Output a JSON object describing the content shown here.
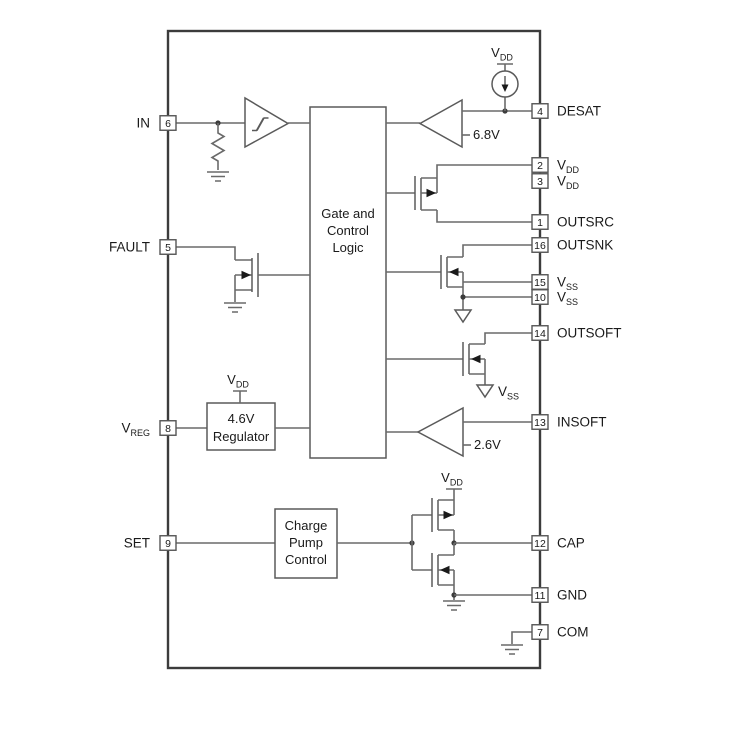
{
  "diagram_title": "gate-driver-ic-functional-block-diagram",
  "pins": {
    "left": [
      {
        "number": "6",
        "label": "IN",
        "sub": ""
      },
      {
        "number": "5",
        "label": "FAULT",
        "sub": ""
      },
      {
        "number": "8",
        "label": "V",
        "sub": "REG"
      },
      {
        "number": "9",
        "label": "SET",
        "sub": ""
      }
    ],
    "right": [
      {
        "number": "4",
        "label": "DESAT",
        "sub": ""
      },
      {
        "number": "2",
        "label": "V",
        "sub": "DD"
      },
      {
        "number": "3",
        "label": "V",
        "sub": "DD"
      },
      {
        "number": "1",
        "label": "OUTSRC",
        "sub": ""
      },
      {
        "number": "16",
        "label": "OUTSNK",
        "sub": ""
      },
      {
        "number": "15",
        "label": "V",
        "sub": "SS"
      },
      {
        "number": "10",
        "label": "V",
        "sub": "SS"
      },
      {
        "number": "14",
        "label": "OUTSOFT",
        "sub": ""
      },
      {
        "number": "13",
        "label": "INSOFT",
        "sub": ""
      },
      {
        "number": "12",
        "label": "CAP",
        "sub": ""
      },
      {
        "number": "11",
        "label": "GND",
        "sub": ""
      },
      {
        "number": "7",
        "label": "COM",
        "sub": ""
      }
    ]
  },
  "blocks": {
    "logic": {
      "line1": "Gate and",
      "line2": "Control",
      "line3": "Logic"
    },
    "regulator": {
      "line1": "4.6V",
      "line2": "Regulator"
    },
    "charge_pump": {
      "line1": "Charge",
      "line2": "Pump",
      "line3": "Control"
    }
  },
  "references": {
    "desat_threshold": "6.8V",
    "insoft_threshold": "2.6V"
  },
  "supply_labels": {
    "vdd": {
      "label": "V",
      "sub": "DD"
    },
    "vss": {
      "label": "V",
      "sub": "SS"
    }
  },
  "colors": {
    "wire": "#6a6a6a",
    "border": "#3c3c3c",
    "text": "#1a1a1a",
    "background": "#ffffff"
  }
}
